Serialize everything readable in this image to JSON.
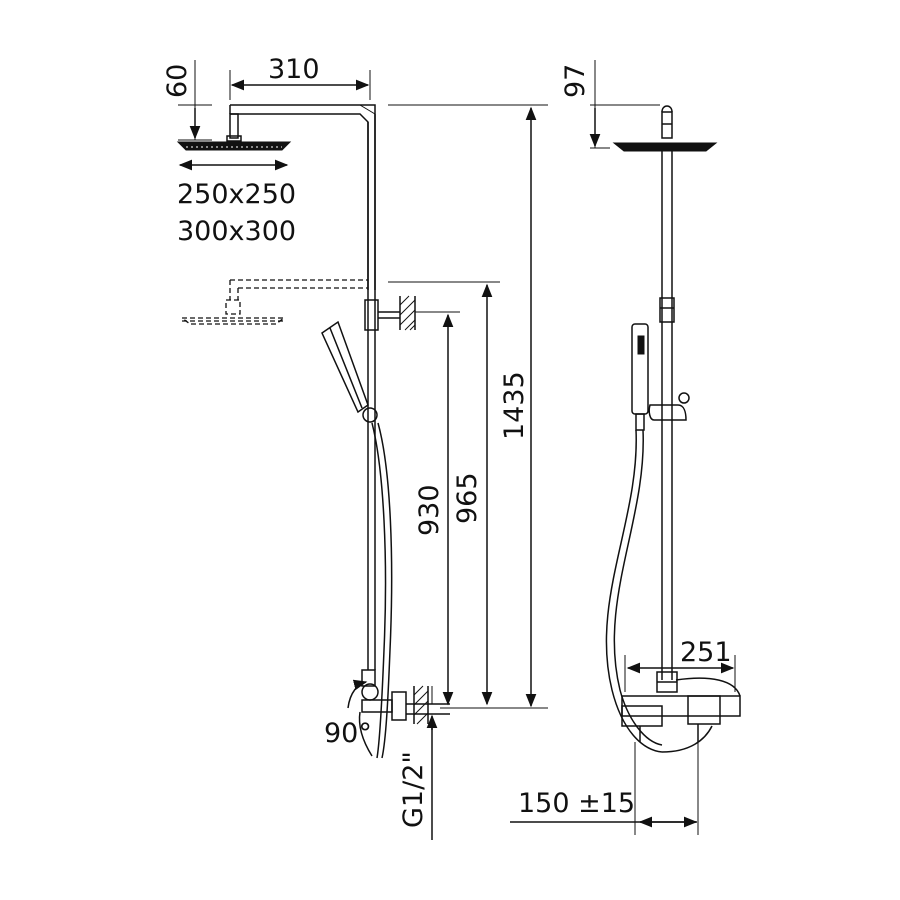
{
  "dimensions": {
    "head_drop": "60",
    "arm_length": "310",
    "head_size_1": "250x250",
    "head_size_2": "300x300",
    "total_height": "1435",
    "bracket_height": "965",
    "slider_height": "930",
    "rotation": "90°",
    "inlet_thread": "G1/2\"",
    "side_head_drop": "97",
    "mixer_depth": "251",
    "inlet_spacing": "150 ±15"
  },
  "icons": {
    "head": "shower-head-icon",
    "handshower": "hand-shower-icon",
    "mixer": "mixer-valve-icon",
    "wall": "wall-hatch-icon"
  }
}
